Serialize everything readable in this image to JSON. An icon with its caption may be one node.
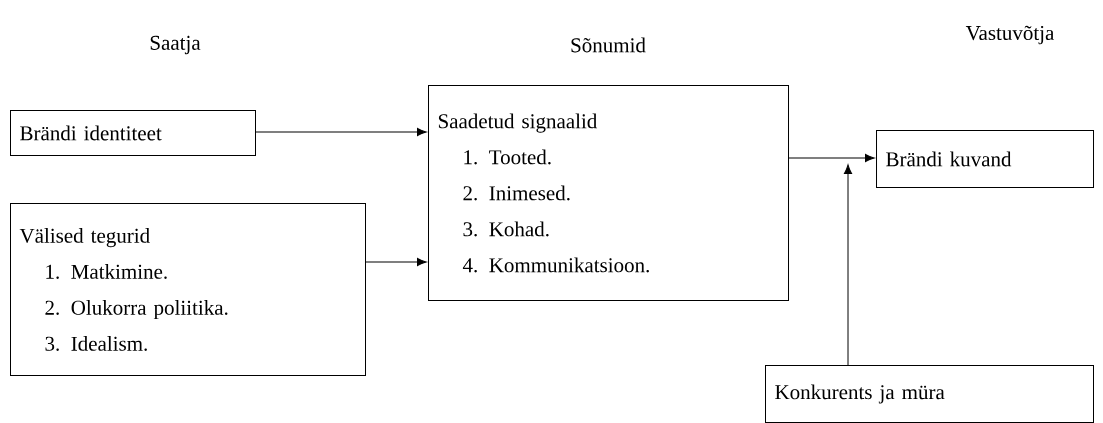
{
  "diagram": {
    "nodes": [
      {
        "text": [
          "Brändi identiteet"
        ]
      },
      {
        "text": [
          "Välised tegurid",
          "1. Matkimine.",
          "2. Olukorra poliitika.",
          "3. Idealism."
        ]
      },
      {
        "text": [
          "Saadetud signaalid",
          "1. Tooted.",
          "2. Inimesed.",
          "3. Kohad.",
          "4. Kommunikatsioon."
        ]
      },
      {
        "text": [
          "Brändi kuvand"
        ]
      },
      {
        "text": [
          "Konkurents ja müra"
        ]
      }
    ],
    "edges": [
      {
        "from": 0,
        "to": 2,
        "arrow": "to"
      },
      {
        "from": 1,
        "to": 2,
        "arrow": "to"
      },
      {
        "from": 2,
        "to": 3,
        "arrow": "to"
      },
      {
        "from": 4,
        "to": 3,
        "arrow": "to"
      }
    ],
    "labels": [
      "Saatja",
      "Sõnumid",
      "Vastuvõtja"
    ]
  }
}
